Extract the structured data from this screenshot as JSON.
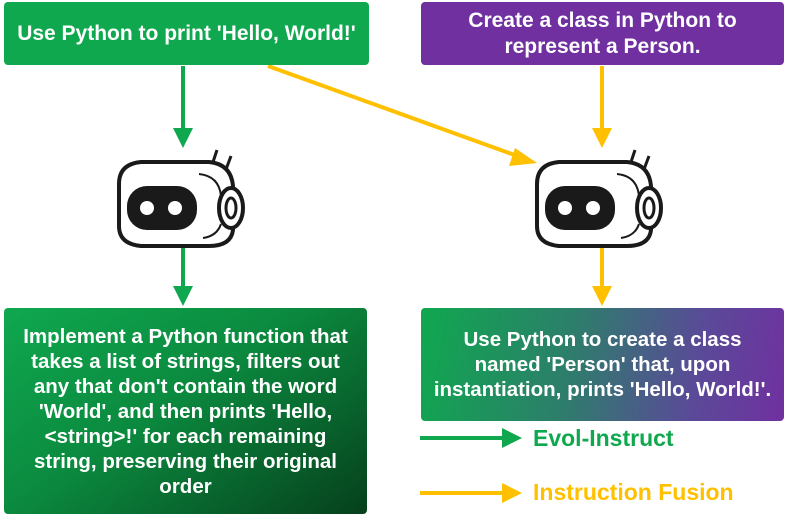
{
  "boxes": {
    "seed": "Use Python to print 'Hello, World!'",
    "person": "Create a class in Python to represent a Person.",
    "evol_result": "Implement a Python function that takes a list of strings, filters out any that don't contain the word 'World', and then prints 'Hello, <string>!' for each remaining string, preserving their original order",
    "fusion_result": "Use Python to create a class named 'Person' that, upon instantiation, prints 'Hello, World!'."
  },
  "legend": {
    "evol": "Evol-Instruct",
    "fusion": "Instruction Fusion"
  },
  "colors": {
    "evol": "#0fa84f",
    "fusion": "#ffc000",
    "person_box": "#7030a0",
    "robot": "#1a1a1a"
  },
  "icons": [
    "robot-icon",
    "robot-icon"
  ]
}
